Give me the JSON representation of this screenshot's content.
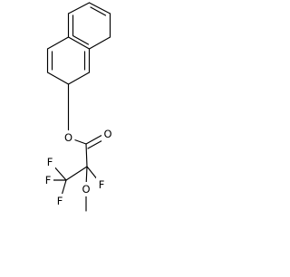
{
  "molecule": {
    "atoms": {
      "ester_oxygen": "O",
      "carbonyl_oxygen": "O",
      "alpha_fluorine": "F",
      "methoxy_oxygen": "O",
      "cf3_fluorine_top": "F",
      "cf3_fluorine_left": "F",
      "cf3_fluorine_bottom": "F"
    }
  },
  "colors": {
    "ink": "#000000",
    "background": "#ffffff"
  }
}
